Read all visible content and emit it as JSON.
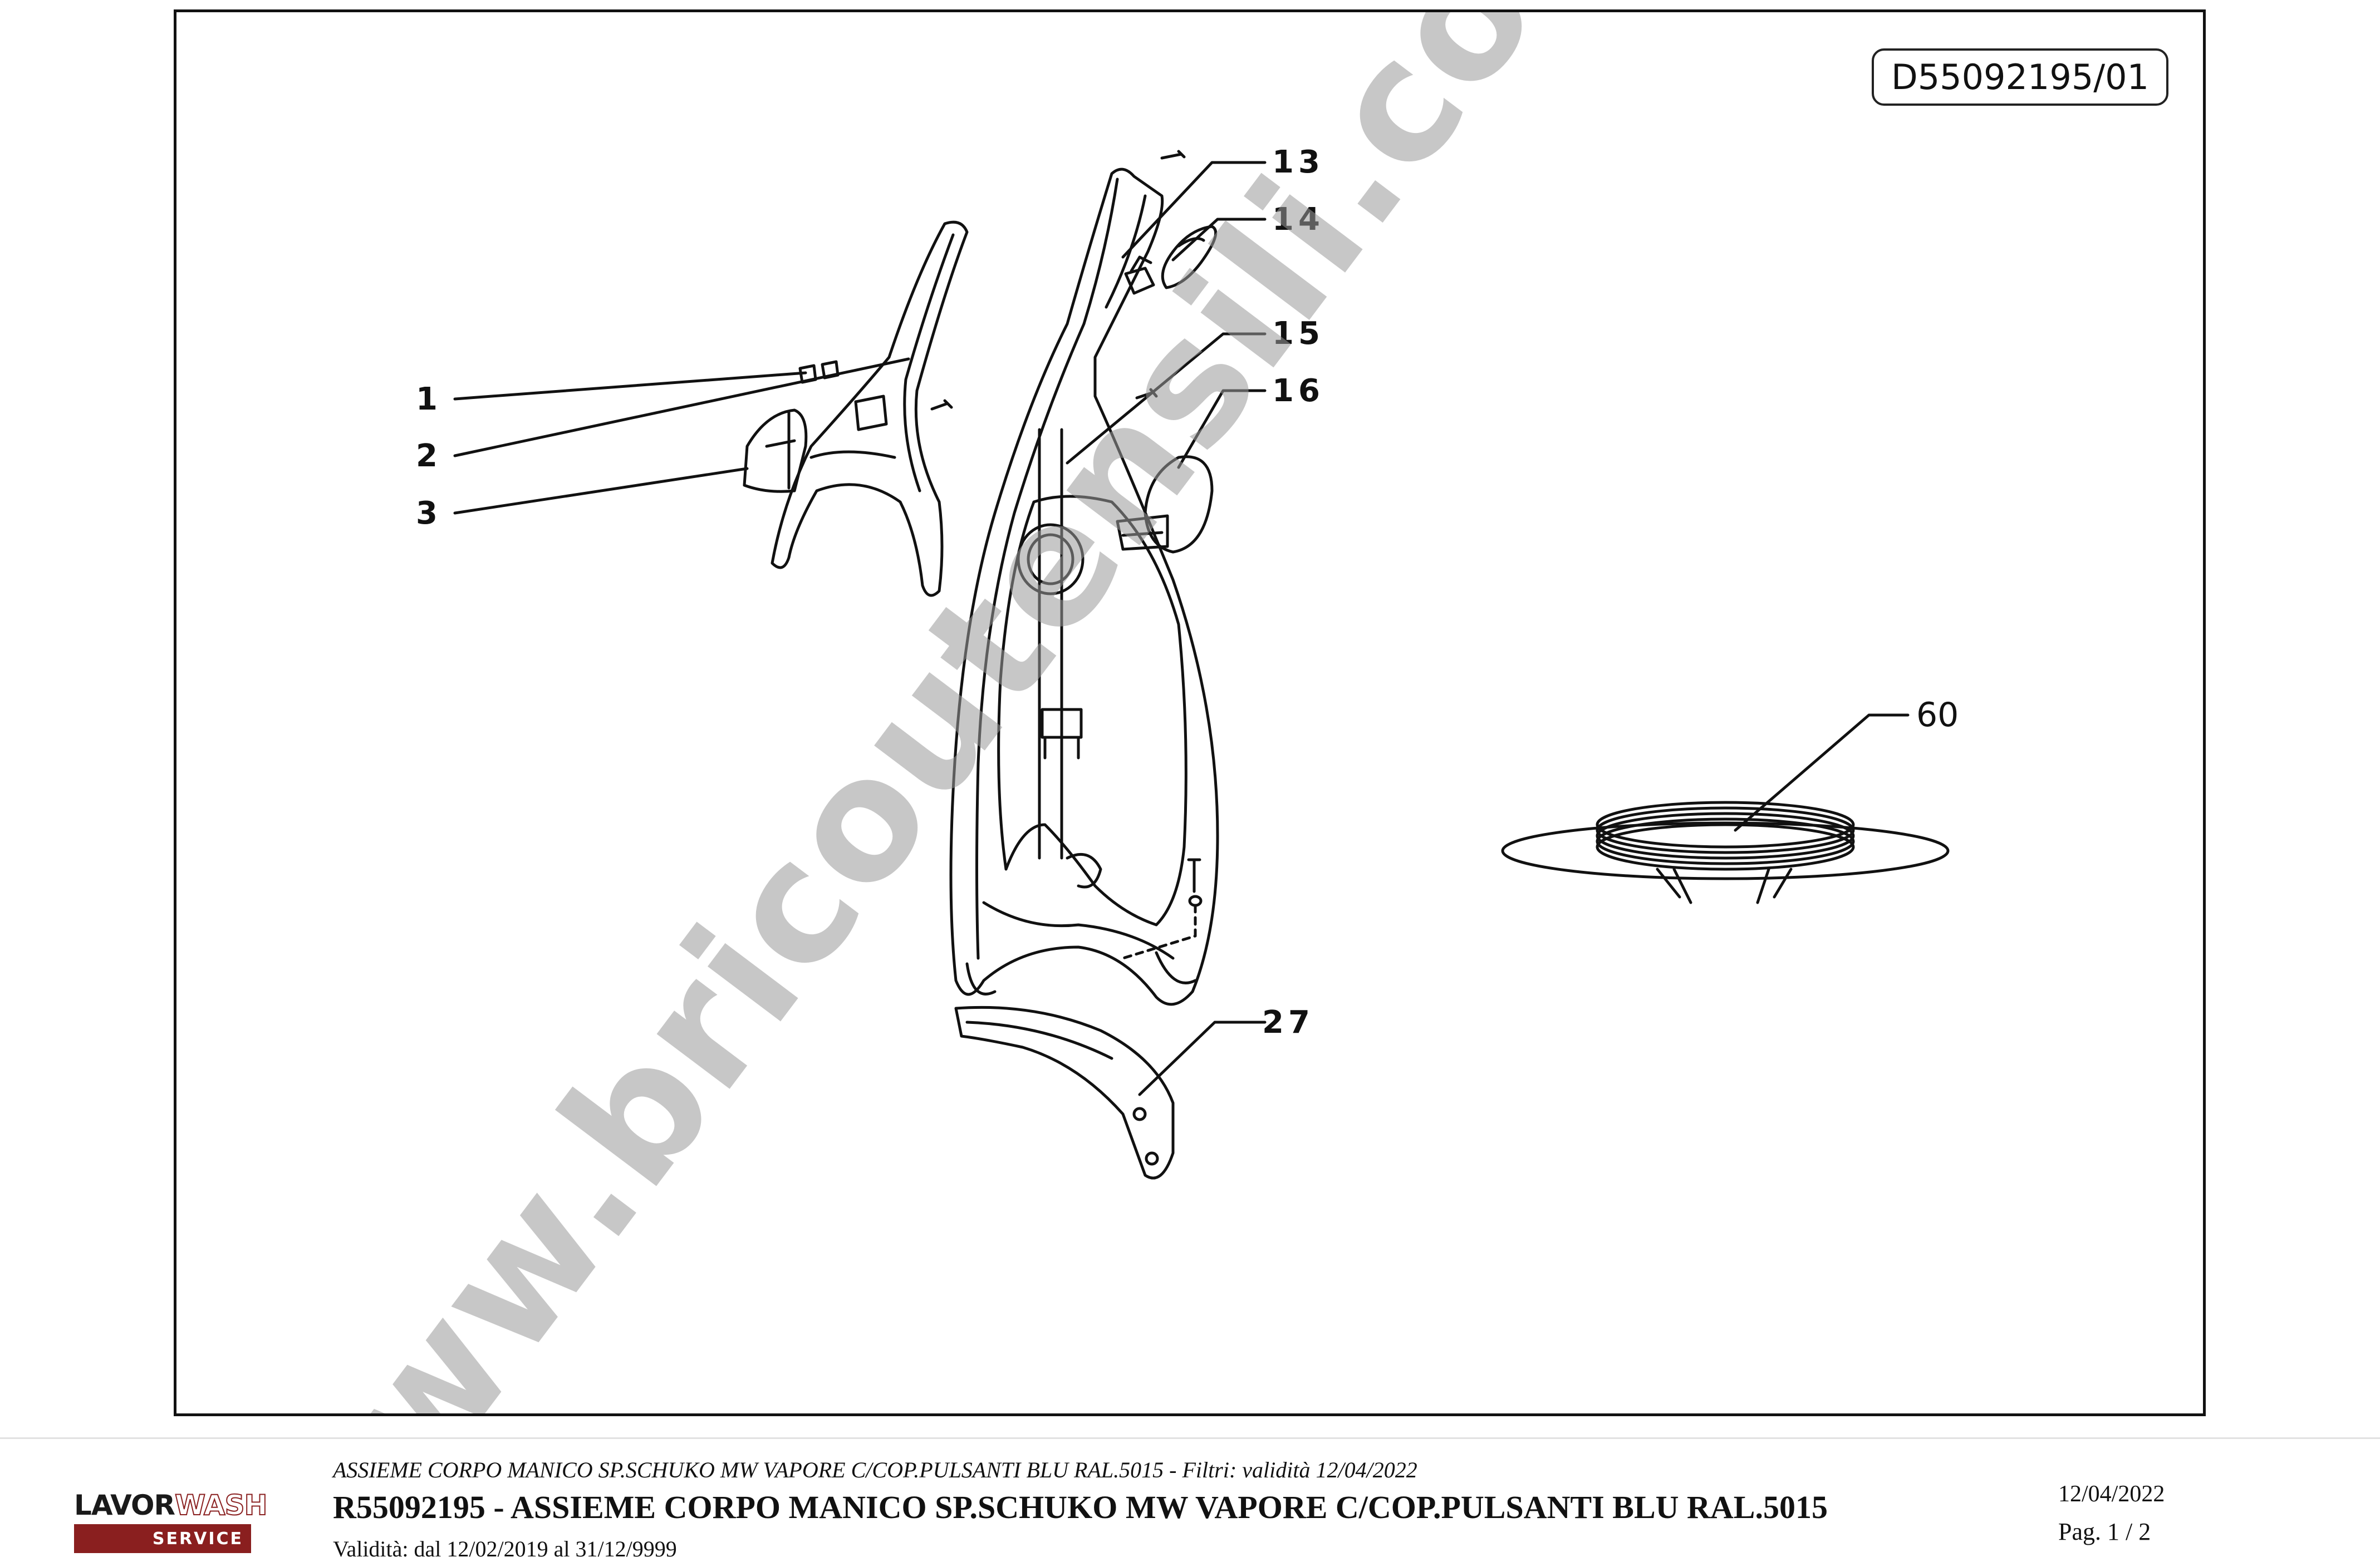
{
  "drawing": {
    "code": "D55092195/01",
    "watermark": "www.bricoutensili.com",
    "callouts": [
      "1",
      "2",
      "3",
      "13",
      "14",
      "15",
      "16",
      "27",
      "60"
    ]
  },
  "footer": {
    "subtitle": "ASSIEME CORPO MANICO SP.SCHUKO MW VAPORE C/COP.PULSANTI BLU RAL.5015 - Filtri: validità 12/04/2022",
    "title": "R55092195 - ASSIEME CORPO MANICO SP.SCHUKO MW VAPORE C/COP.PULSANTI BLU RAL.5015",
    "validity": "Validità: dal 12/02/2019 al 31/12/9999",
    "date": "12/04/2022",
    "page": "Pag. 1 / 2",
    "logo": {
      "word_a": "LAVOR",
      "word_b": "WASH",
      "service": "SERVICE",
      "bar_color": "#8a1f1f"
    }
  }
}
